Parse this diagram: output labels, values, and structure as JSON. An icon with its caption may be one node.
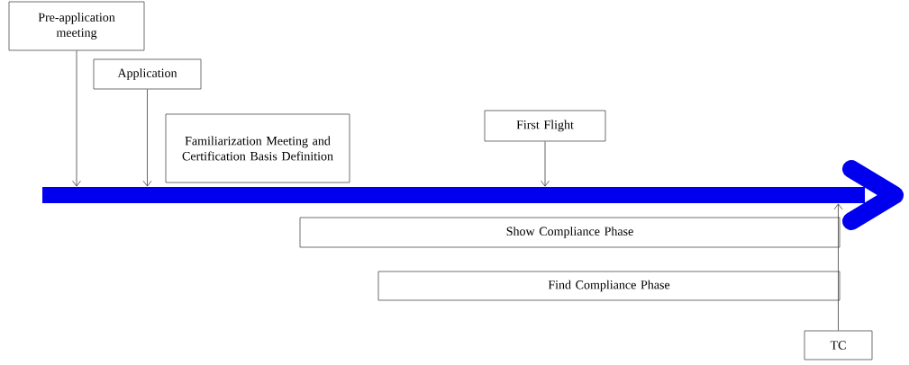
{
  "diagram": {
    "nodes": [
      {
        "text": [
          "Pre-application meeting"
        ]
      },
      {
        "text": [
          "Application"
        ]
      },
      {
        "text": [
          "Familiarization Meeting and Certification Basis Definition"
        ]
      },
      {
        "text": [
          "First Flight"
        ]
      },
      {
        "text": [],
        "shape": "arrow"
      },
      {
        "text": [
          "Show Compliance Phase"
        ]
      },
      {
        "text": [
          "Find Compliance Phase"
        ]
      },
      {
        "text": [
          "TC"
        ]
      }
    ],
    "edges": [
      {
        "from": 0,
        "to": 4,
        "arrow": "to"
      },
      {
        "from": 1,
        "to": 4,
        "arrow": "to"
      },
      {
        "from": 3,
        "to": 4,
        "arrow": "to"
      },
      {
        "from": 7,
        "to": 4,
        "arrow": "to"
      }
    ]
  }
}
